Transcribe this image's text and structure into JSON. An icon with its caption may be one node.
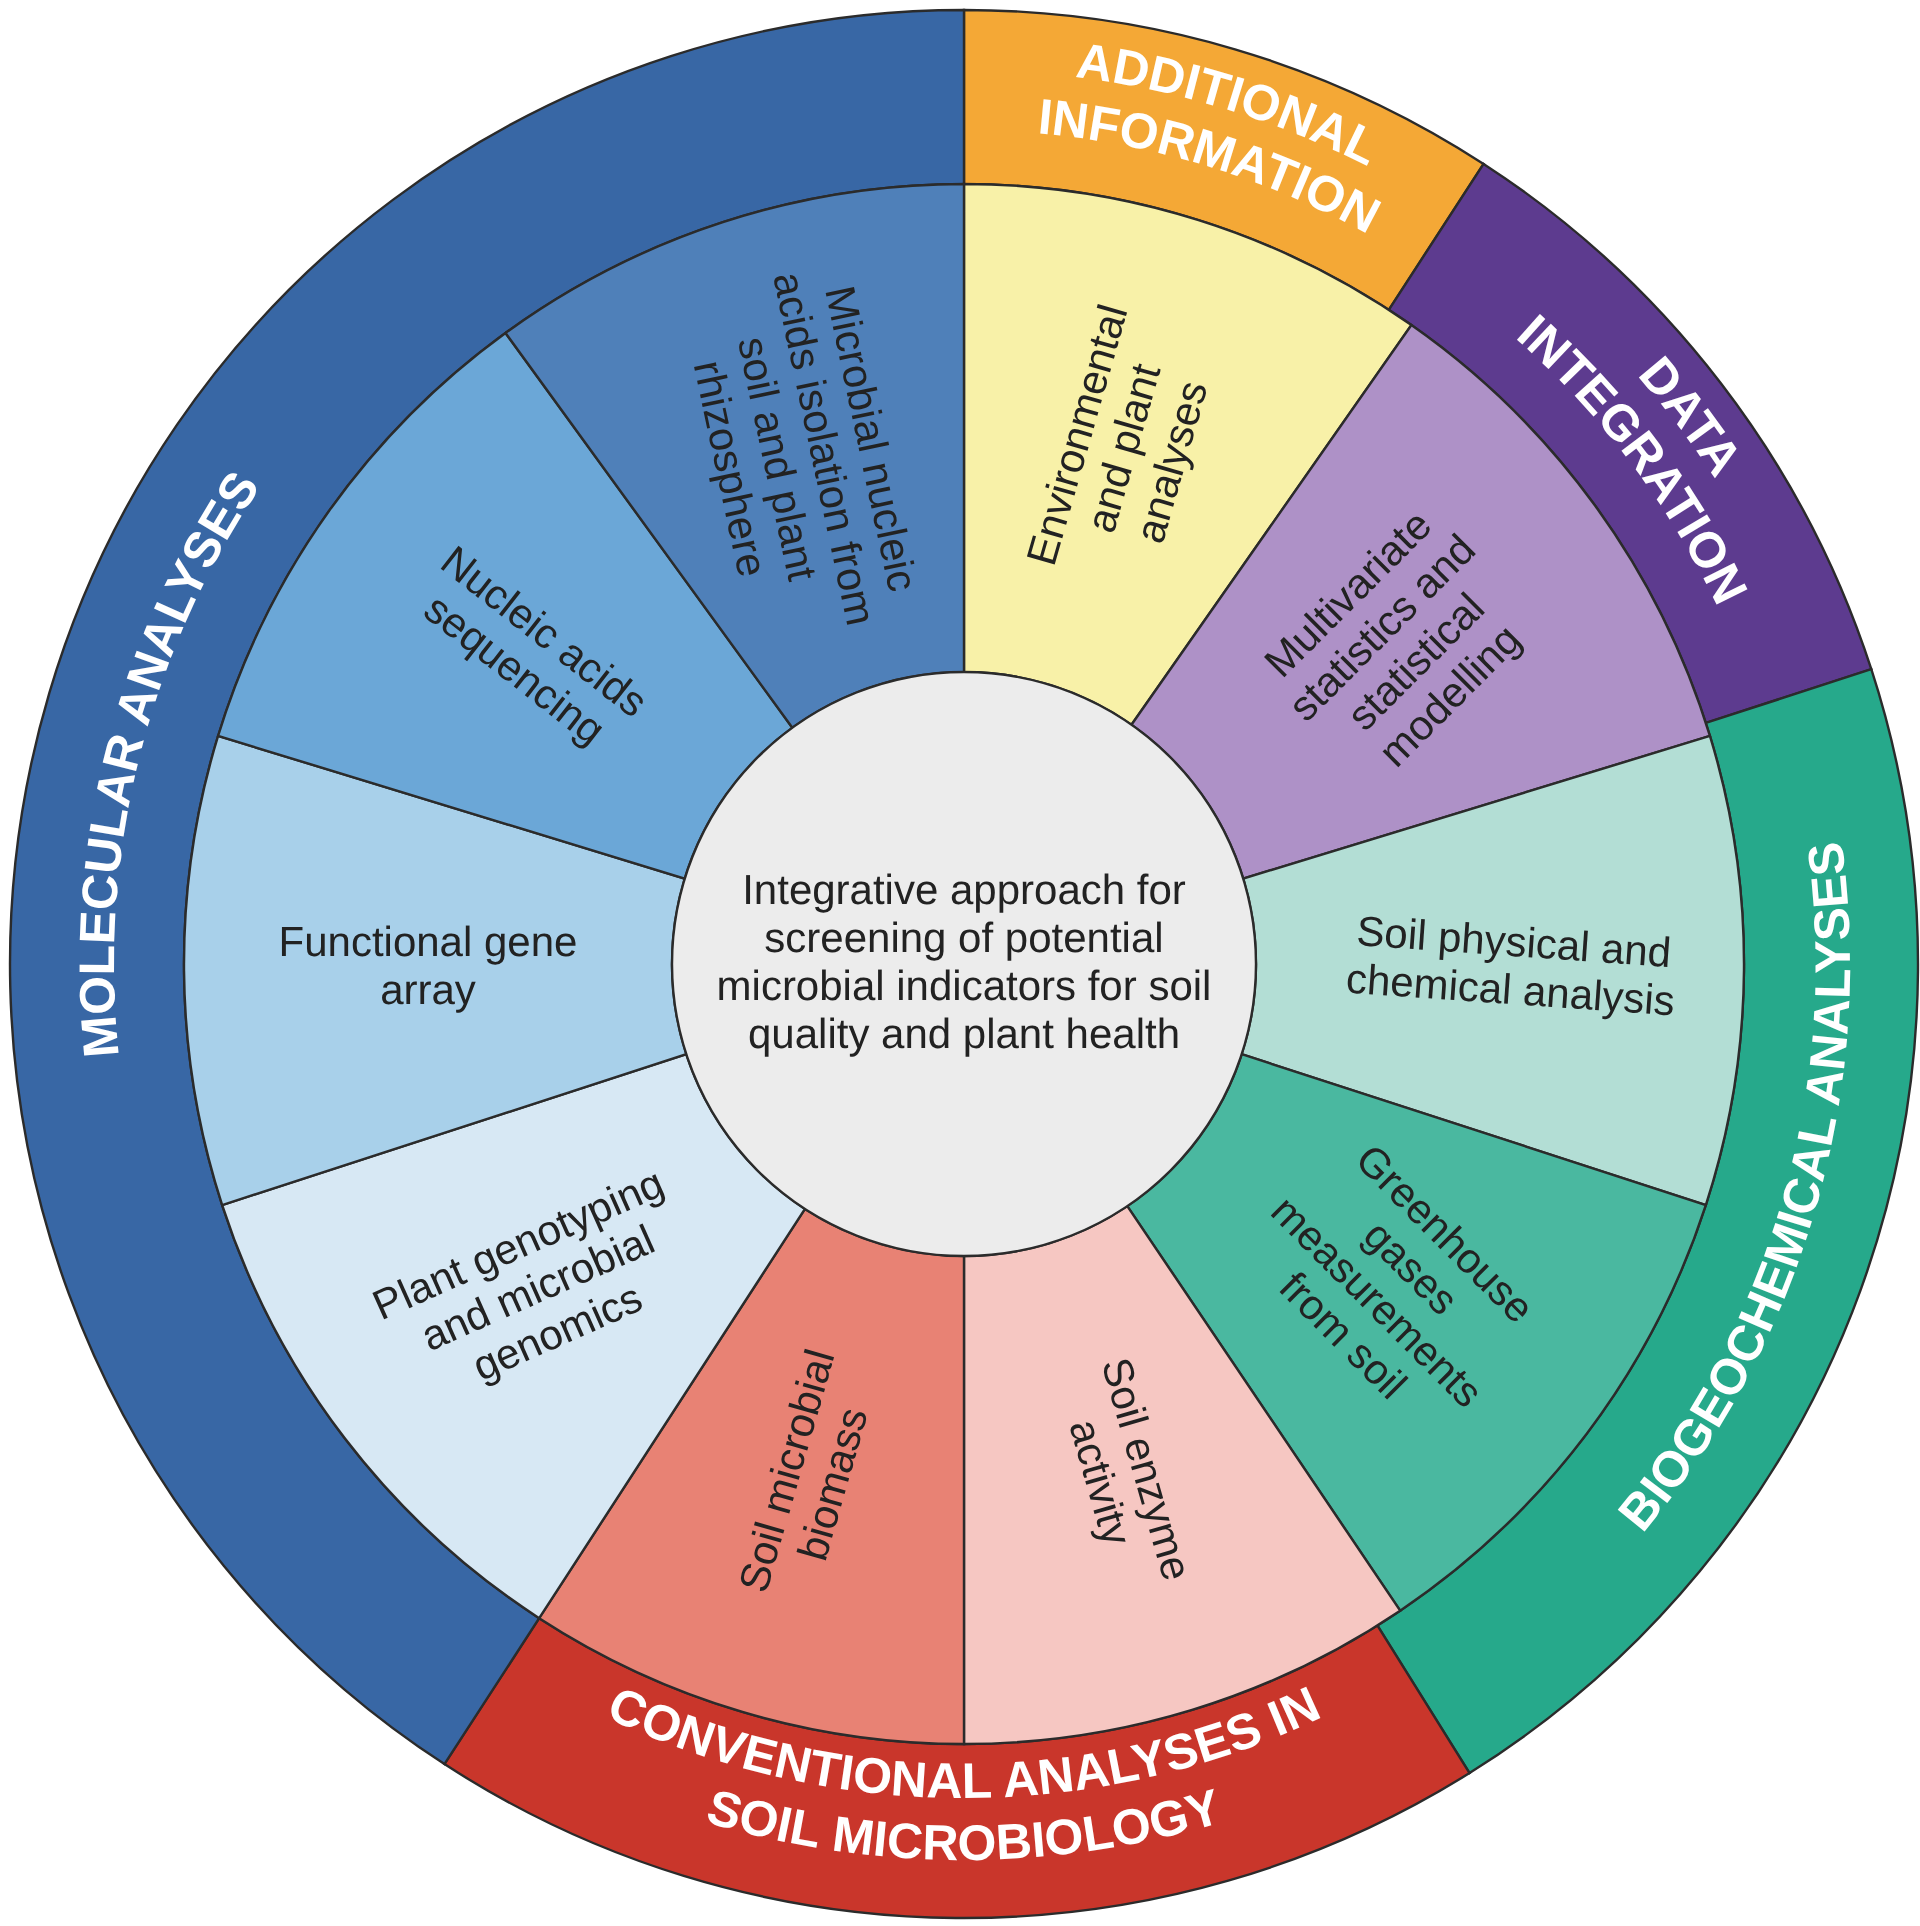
{
  "diagram": {
    "nodes": [
      {
        "text": [
          "Integrative approach for screening of potential microbial indicators for soil quality and plant health"
        ]
      },
      {
        "text": [
          "ADDITIONAL INFORMATION"
        ]
      },
      {
        "text": [
          "DATA INTEGRATION"
        ]
      },
      {
        "text": [
          "BIOGEOCHEMICAL ANALYSES"
        ]
      },
      {
        "text": [
          "CONVENTIONAL ANALYSES IN SOIL MICROBIOLOGY"
        ]
      },
      {
        "text": [
          "MOLECULAR ANALYSES"
        ]
      },
      {
        "text": [
          "Environmental and plant analyses"
        ]
      },
      {
        "text": [
          "Multivariate statistics and statistical modelling"
        ]
      },
      {
        "text": [
          "Soil physical and chemical analysis"
        ]
      },
      {
        "text": [
          "Greenhouse gases measurements from soil"
        ]
      },
      {
        "text": [
          "Soil enzyme activity"
        ]
      },
      {
        "text": [
          "Soil microbial biomass"
        ]
      },
      {
        "text": [
          "Plant genotyping and microbial genomics"
        ]
      },
      {
        "text": [
          "Functional gene array"
        ]
      },
      {
        "text": [
          "Nucleic acids sequencing"
        ]
      },
      {
        "text": [
          "Microbial nucleic acids isolation from soil and plant rhizosphere"
        ]
      }
    ]
  }
}
